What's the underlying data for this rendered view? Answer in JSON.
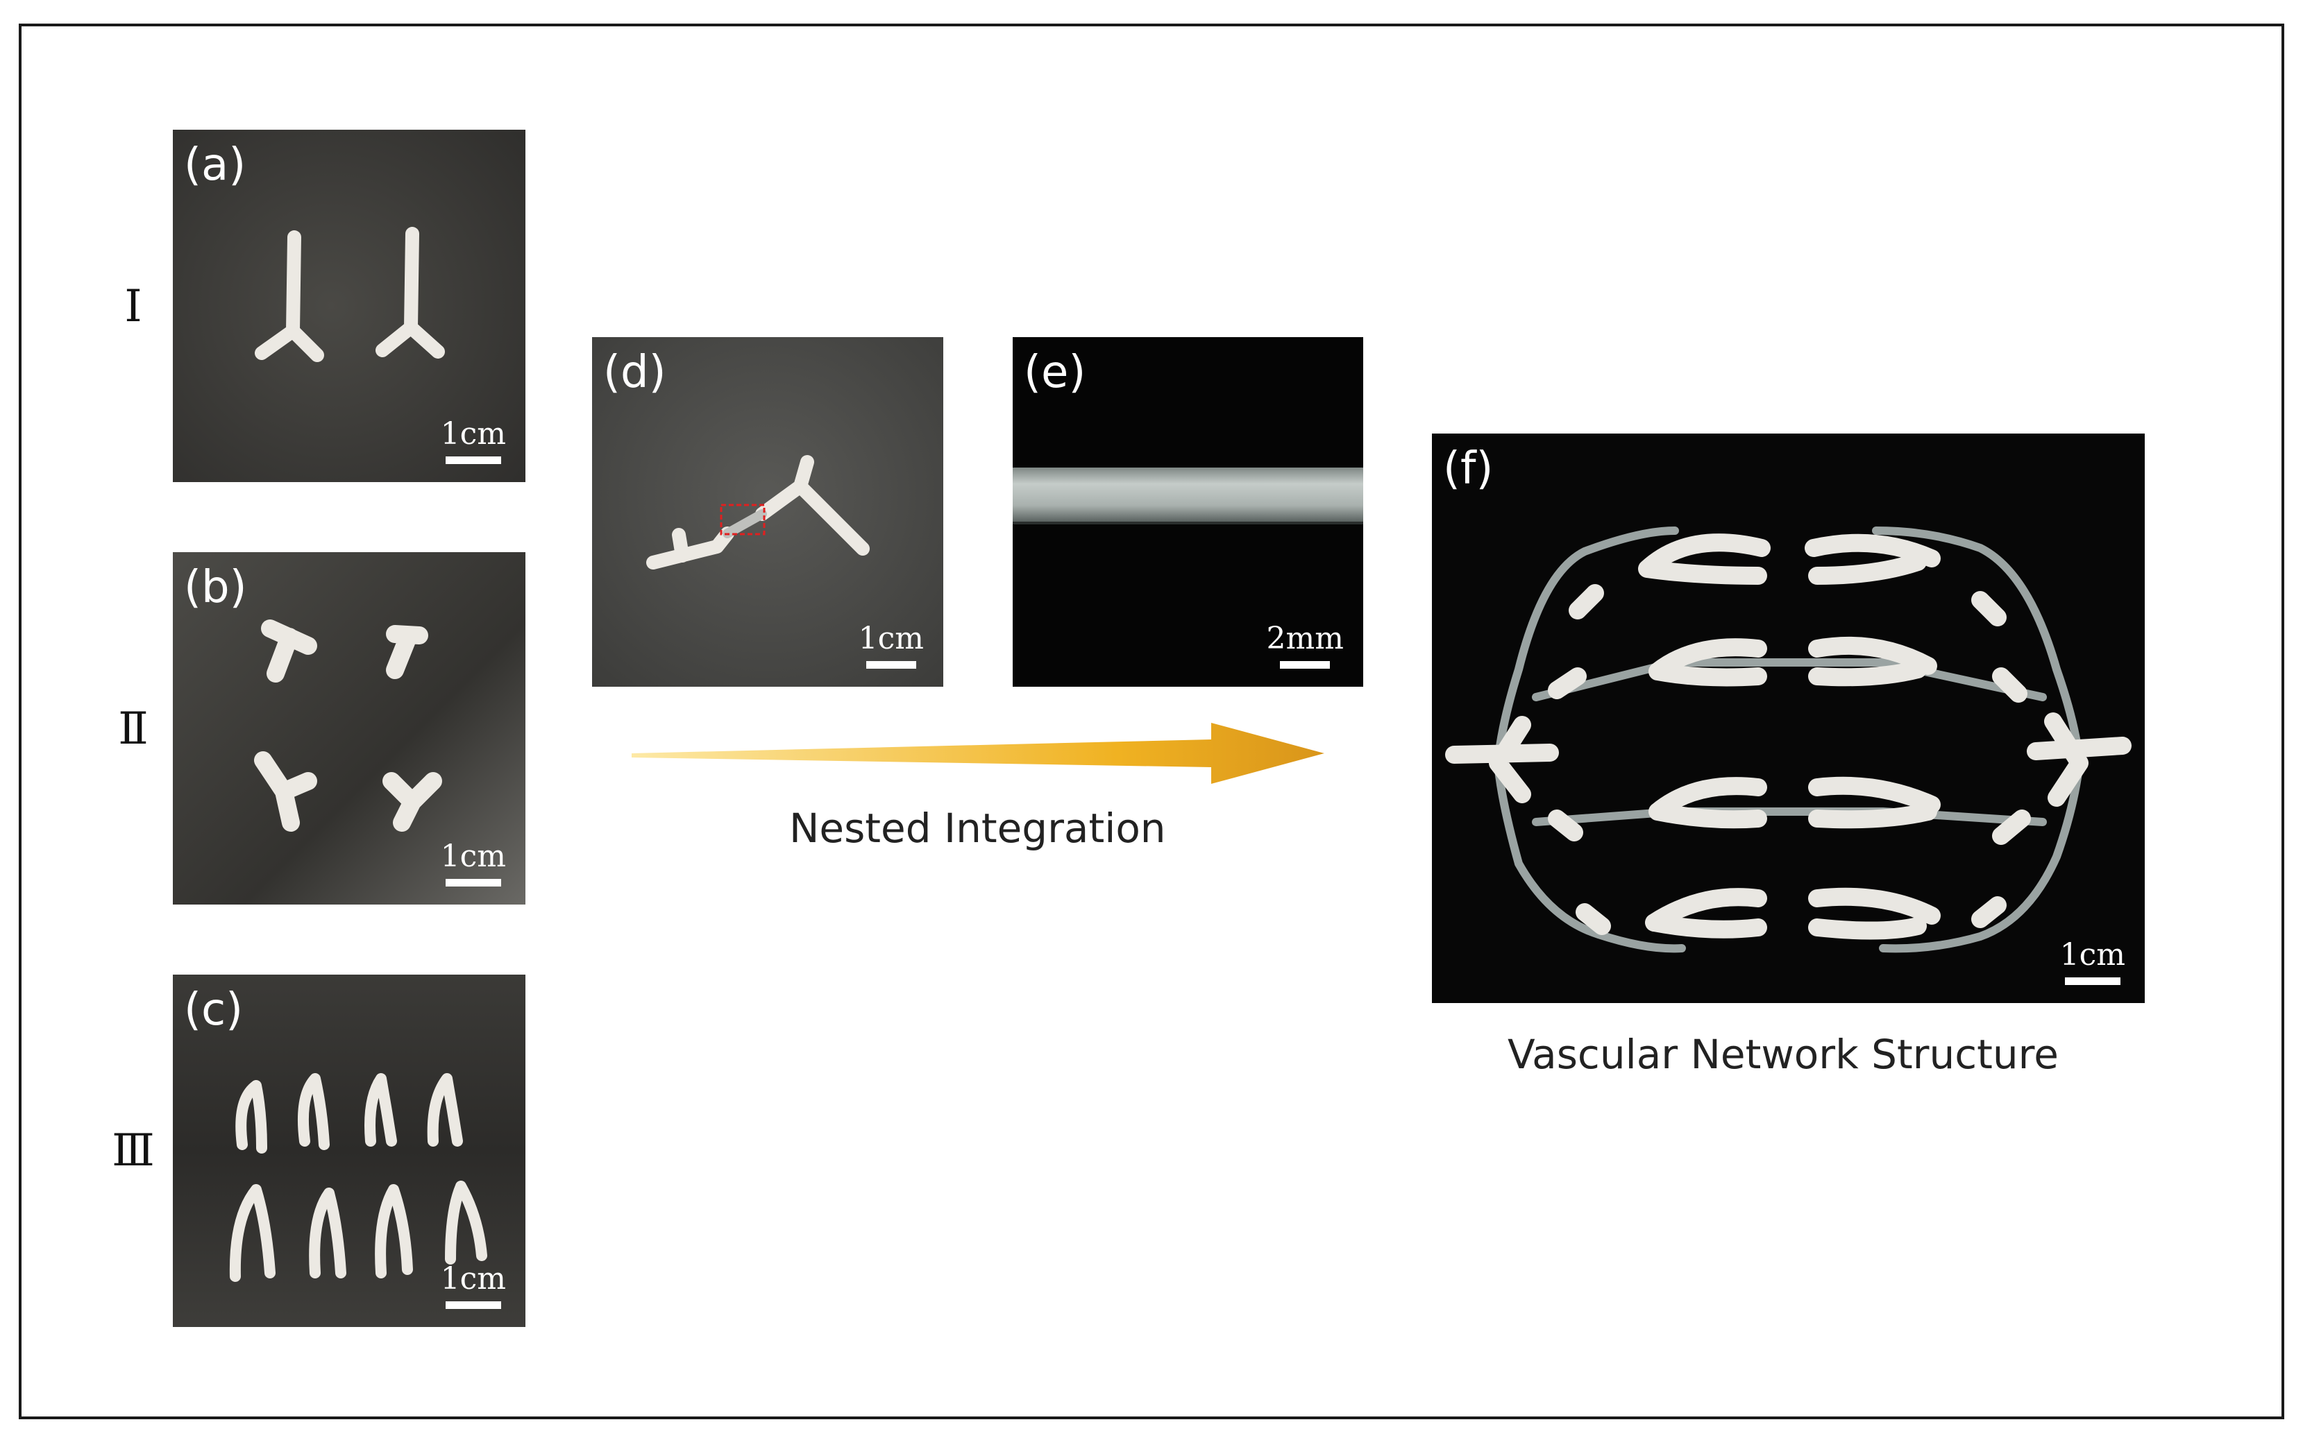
{
  "rows": [
    {
      "roman": "Ⅰ",
      "panel_label": "(a)",
      "scale": "1cm"
    },
    {
      "roman": "Ⅱ",
      "panel_label": "(b)",
      "scale": "1cm"
    },
    {
      "roman": "Ⅲ",
      "panel_label": "(c)",
      "scale": "1cm"
    }
  ],
  "panel_d": {
    "label": "(d)",
    "scale": "1cm"
  },
  "panel_e": {
    "label": "(e)",
    "scale": "2mm"
  },
  "panel_f": {
    "label": "(f)",
    "scale": "1cm"
  },
  "arrow_caption": "Nested Integration",
  "result_caption": "Vascular Network Structure",
  "colors": {
    "frame": "#1a1a1a",
    "arrow_start": "#fde9a6",
    "arrow_end": "#d9951a",
    "photo_gray": "#3f3e3b",
    "photo_black": "#050505",
    "part_white": "#ece9e3",
    "highlight_box": "#e02020"
  }
}
